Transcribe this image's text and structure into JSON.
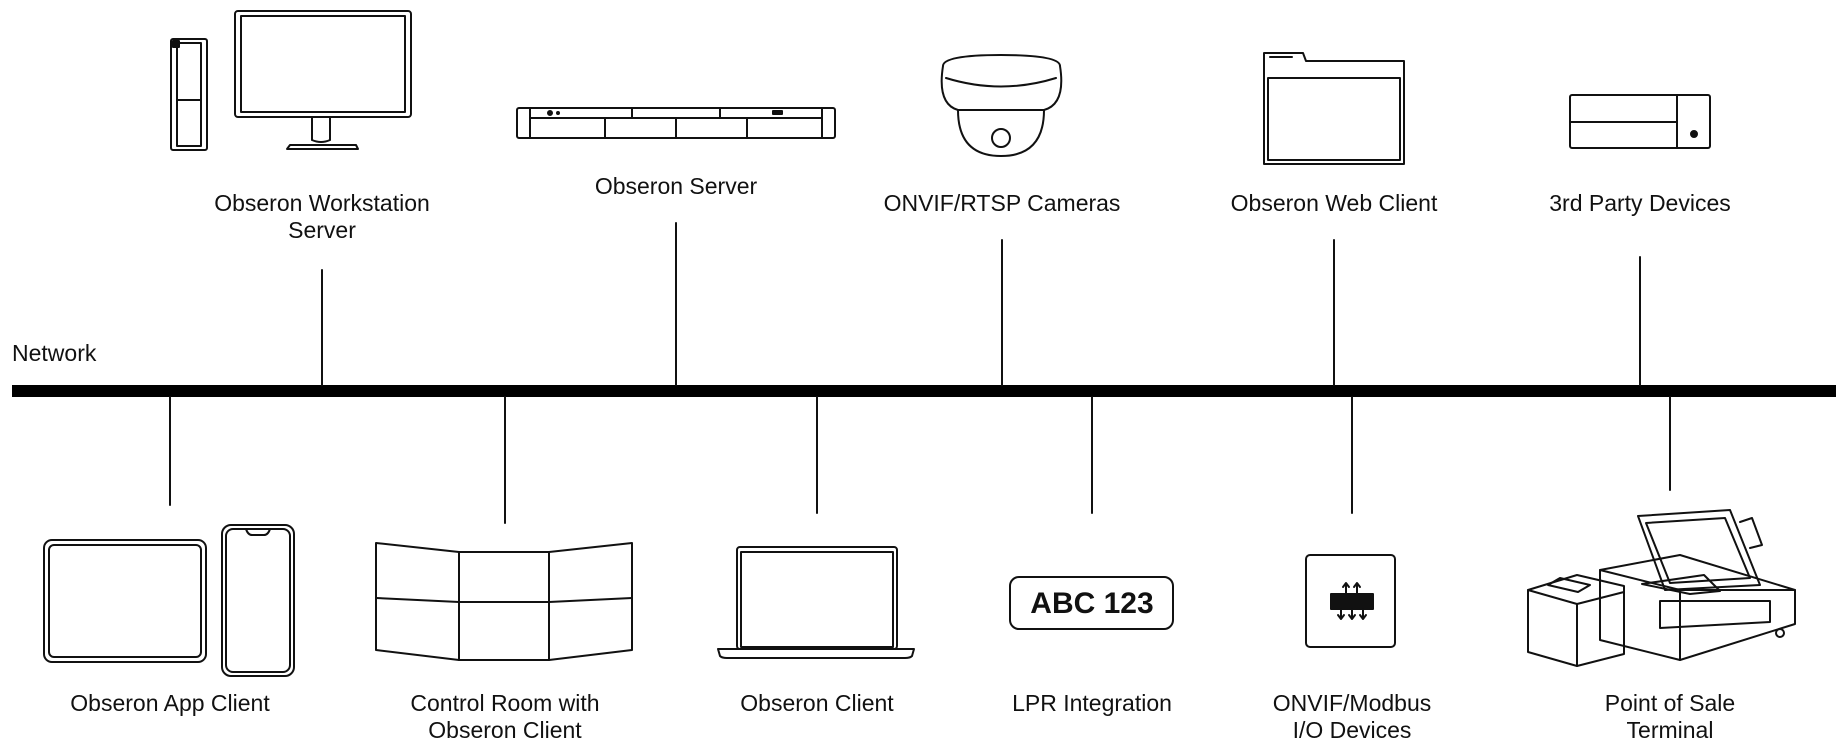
{
  "network": {
    "label": "Network",
    "color": "#000000"
  },
  "top_devices": [
    {
      "id": "workstation",
      "icon": "workstation-icon",
      "lines": [
        "Obseron Workstation",
        "Server"
      ]
    },
    {
      "id": "server",
      "icon": "rack-server-icon",
      "lines": [
        "Obseron Server"
      ]
    },
    {
      "id": "cameras",
      "icon": "dome-camera-icon",
      "lines": [
        "ONVIF/RTSP Cameras"
      ]
    },
    {
      "id": "web-client",
      "icon": "browser-window-icon",
      "lines": [
        "Obseron Web Client"
      ]
    },
    {
      "id": "third-party",
      "icon": "device-box-icon",
      "lines": [
        "3rd Party Devices"
      ]
    }
  ],
  "bottom_devices": [
    {
      "id": "app-client",
      "icon": "tablet-phone-icon",
      "lines": [
        "Obseron App Client"
      ]
    },
    {
      "id": "control-room",
      "icon": "video-wall-icon",
      "lines": [
        "Control Room with",
        "Obseron Client"
      ]
    },
    {
      "id": "client",
      "icon": "laptop-icon",
      "lines": [
        "Obseron Client"
      ]
    },
    {
      "id": "lpr",
      "icon": "license-plate-icon",
      "lines": [
        "LPR Integration"
      ],
      "plate_text": "ABC 123"
    },
    {
      "id": "io-devices",
      "icon": "io-module-icon",
      "lines": [
        "ONVIF/Modbus",
        "I/O Devices"
      ]
    },
    {
      "id": "pos",
      "icon": "pos-terminal-icon",
      "lines": [
        "Point of Sale",
        "Terminal"
      ]
    }
  ]
}
